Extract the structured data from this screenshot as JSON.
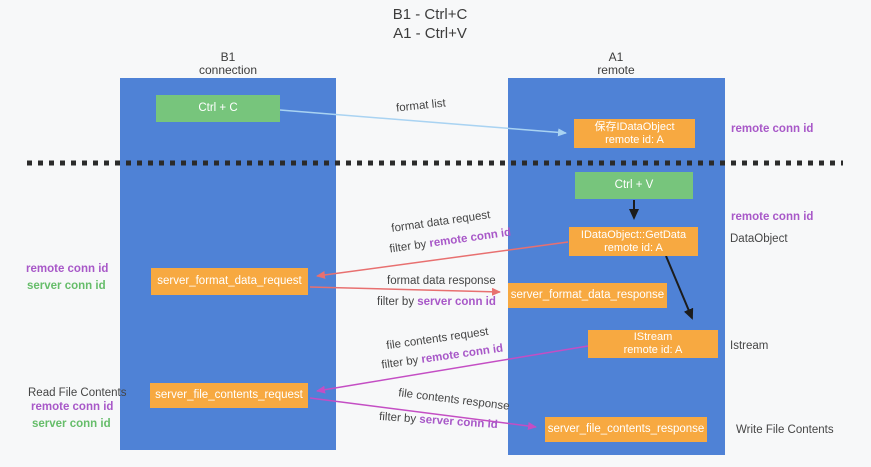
{
  "title": {
    "line1": "B1 - Ctrl+C",
    "line2": "A1 - Ctrl+V"
  },
  "columns": {
    "left": {
      "name": "B1",
      "role": "connection"
    },
    "right": {
      "name": "A1",
      "role": "remote"
    }
  },
  "boxes": {
    "ctrl_c": {
      "label": "Ctrl + C"
    },
    "ctrl_v": {
      "label": "Ctrl + V"
    },
    "save_dataobject": {
      "line1": "保存IDataObject",
      "line2": "remote id: A"
    },
    "getdata": {
      "line1": "IDataObject::GetData",
      "line2": "remote id: A"
    },
    "istream": {
      "line1": "IStream",
      "line2": "remote id: A"
    },
    "format_request": {
      "label": "server_format_data_request"
    },
    "format_response": {
      "label": "server_format_data_response"
    },
    "file_request": {
      "label": "server_file_contents_request"
    },
    "file_response": {
      "label": "server_file_contents_response"
    }
  },
  "flow_labels": {
    "format_list": "format list",
    "format_request": {
      "text": "format data request",
      "filter_prefix": "filter by ",
      "filter_key": "remote conn id"
    },
    "format_response": {
      "text": "format data response",
      "filter_prefix": "filter by ",
      "filter_key": "server conn id"
    },
    "file_request": {
      "text": "file contents request",
      "filter_prefix": "filter by ",
      "filter_key": "remote conn id"
    },
    "file_response": {
      "text": "file contents response",
      "filter_prefix": "filter by ",
      "filter_key": "server conn id"
    }
  },
  "side_labels": {
    "right_remote_top": "remote conn id",
    "right_remote_mid": "remote conn id",
    "dataobject": "DataObject",
    "istream": "Istream",
    "write_file": "Write File Contents",
    "left_remote_top": "remote conn id",
    "left_server_top": "server conn id",
    "read_file": "Read File Contents",
    "left_remote_bottom": "remote conn id",
    "left_server_bottom": "server conn id"
  },
  "colors": {
    "column_blue": "#4f82d6",
    "box_green": "#77c57c",
    "box_orange": "#f7a941",
    "arrow_salmon": "#e87070",
    "arrow_magenta": "#c44ec4",
    "arrow_lightblue": "#a9d3f2",
    "arrow_black": "#1c1c1c",
    "dashed_line": "#2b2b2b",
    "text_purple": "#a858c8",
    "text_green": "#66bd6a",
    "text_dark": "#454545"
  }
}
